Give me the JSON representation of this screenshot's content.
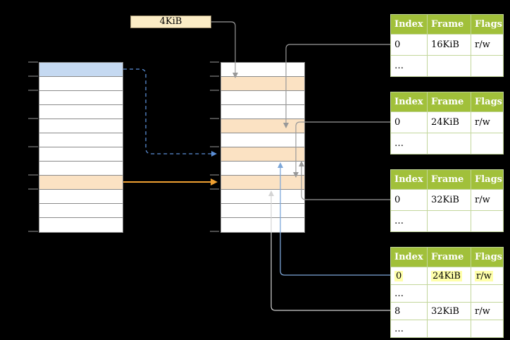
{
  "labels": {
    "frame_address_box": "4KiB"
  },
  "virtual_memory": {
    "rows": 12,
    "highlights": [
      {
        "row": 0,
        "color": "blue"
      },
      {
        "row": 8,
        "color": "orange"
      }
    ]
  },
  "physical_memory": {
    "rows": 12,
    "highlights": [
      {
        "row": 1,
        "color": "orange"
      },
      {
        "row": 4,
        "color": "orange"
      },
      {
        "row": 6,
        "color": "orange"
      },
      {
        "row": 8,
        "color": "orange"
      }
    ]
  },
  "page_tables": [
    {
      "headers": [
        "Index",
        "Frame",
        "Flags"
      ],
      "rows": [
        [
          "0",
          "16KiB",
          "r/w"
        ],
        [
          "…",
          "",
          ""
        ]
      ]
    },
    {
      "headers": [
        "Index",
        "Frame",
        "Flags"
      ],
      "rows": [
        [
          "0",
          "24KiB",
          "r/w"
        ],
        [
          "…",
          "",
          ""
        ]
      ]
    },
    {
      "headers": [
        "Index",
        "Frame",
        "Flags"
      ],
      "rows": [
        [
          "0",
          "32KiB",
          "r/w"
        ],
        [
          "…",
          "",
          ""
        ]
      ]
    },
    {
      "headers": [
        "Index",
        "Frame",
        "Flags"
      ],
      "rows": [
        [
          "0",
          "24KiB",
          "r/w"
        ],
        [
          "…",
          "",
          ""
        ],
        [
          "8",
          "32KiB",
          "r/w"
        ],
        [
          "…",
          "",
          ""
        ]
      ],
      "highlighted_row": 0
    }
  ],
  "colors": {
    "background": "#000000",
    "table_header_green": "#a1c03a",
    "table_border_green": "#c2d69b",
    "highlight_yellow": "#ffffaa",
    "virtual_page_blue": "#c5d9f1",
    "page_highlight_orange": "#fbe2c3",
    "address_box_cream": "#fcedc6",
    "arrow_gray": "#999999",
    "arrow_orange": "#efa032",
    "arrow_blue_dashed": "#5b8ed5",
    "arrow_blue": "#7da7d9",
    "arrow_light": "#d4d4d4"
  }
}
